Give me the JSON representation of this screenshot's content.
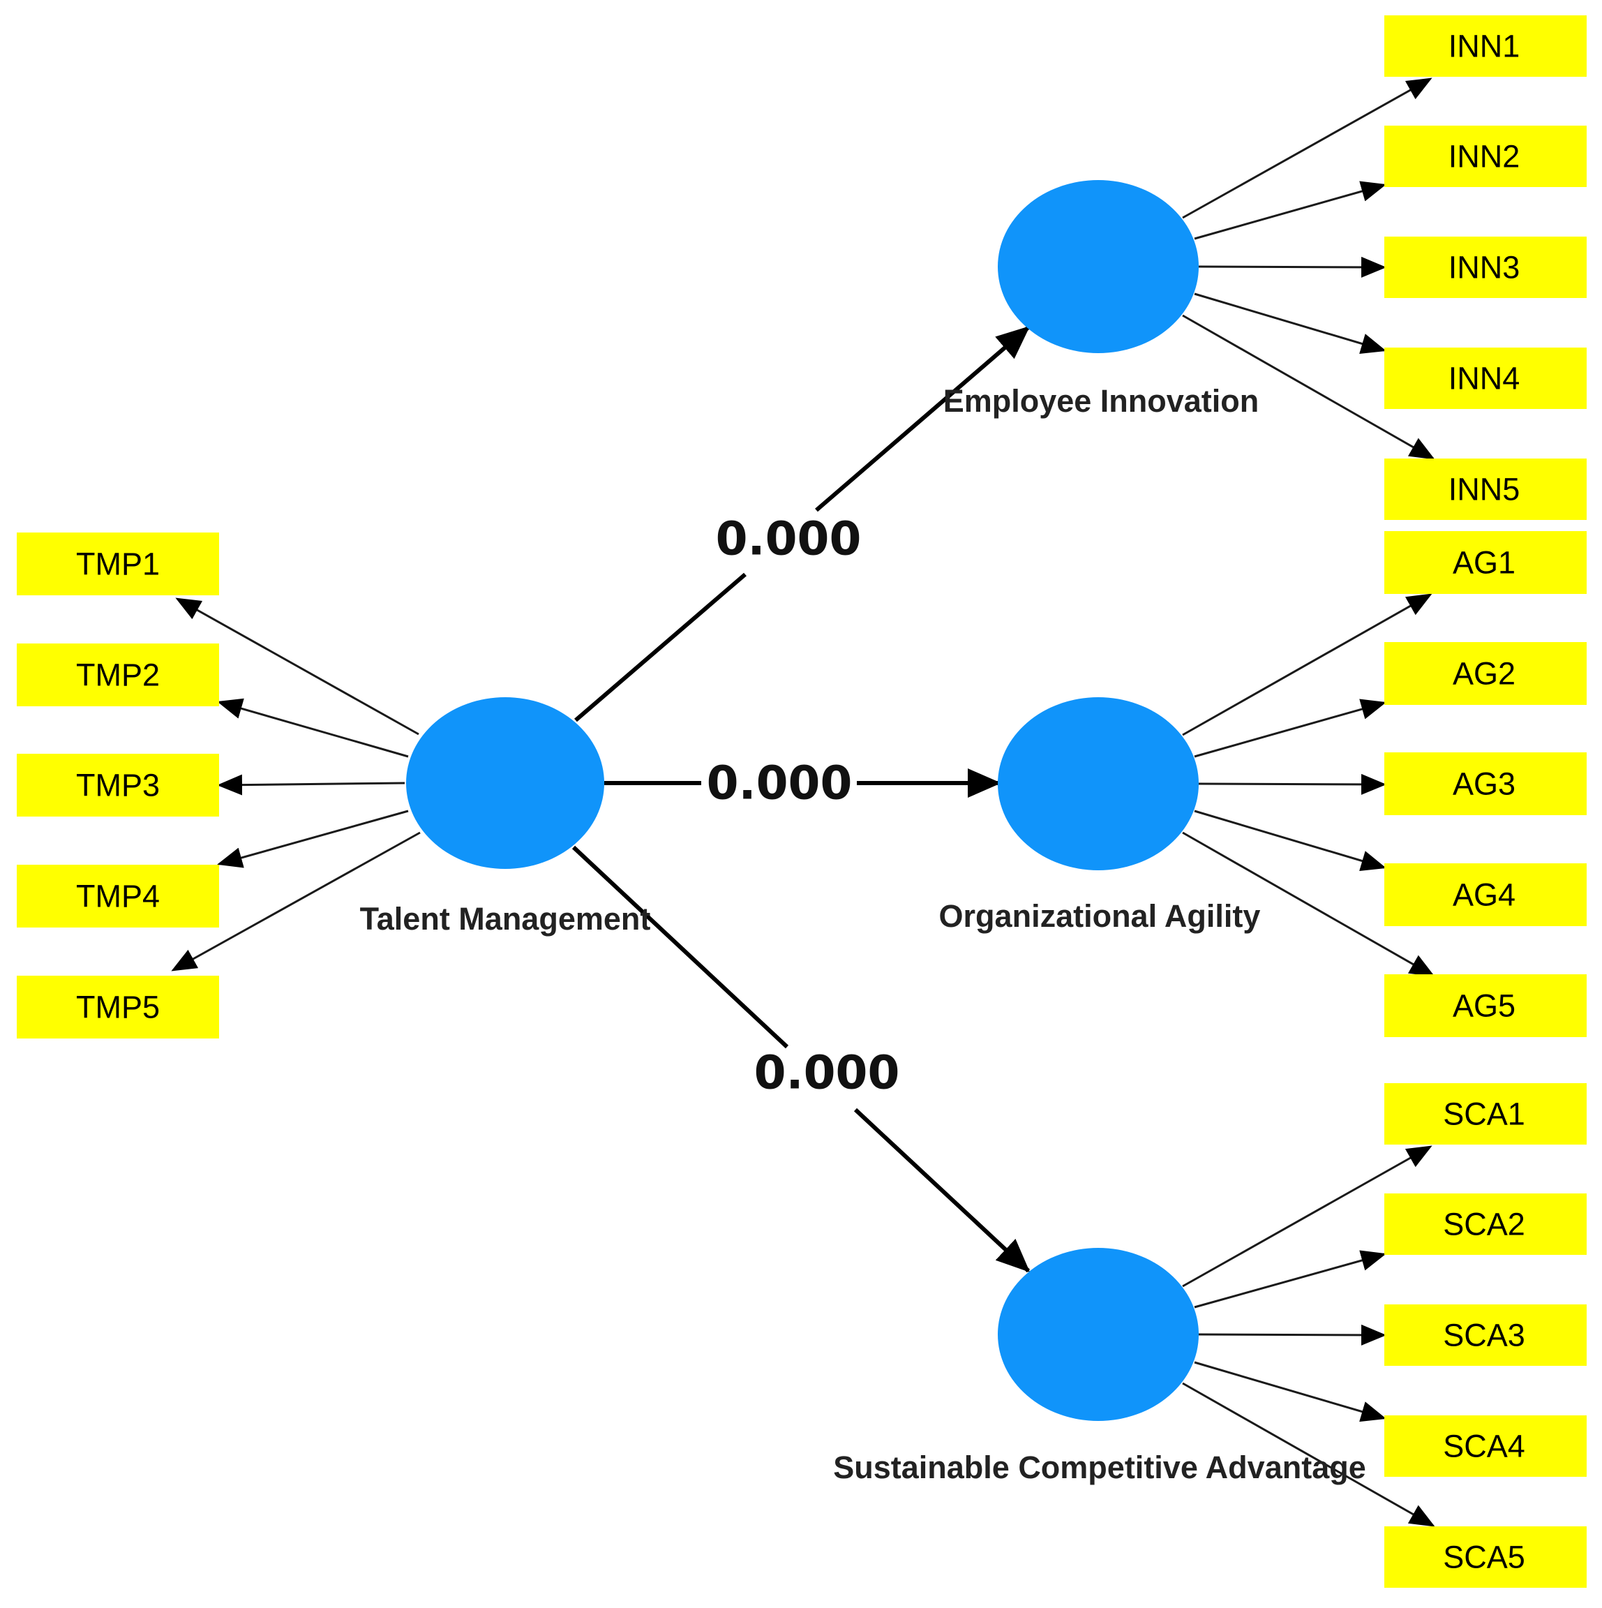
{
  "diagram": {
    "colors": {
      "construct": "#1094fa",
      "indicator": "#ffff00",
      "arrow": "#000000"
    },
    "constructs": {
      "talent_management": {
        "label": "Talent Management"
      },
      "employee_innovation": {
        "label": "Employee Innovation"
      },
      "organizational_agility": {
        "label": "Organizational Agility"
      },
      "sustainable_competitive_advantage": {
        "label": "Sustainable Competitive Advantage"
      }
    },
    "indicators": {
      "tmp": [
        "TMP1",
        "TMP2",
        "TMP3",
        "TMP4",
        "TMP5"
      ],
      "inn": [
        "INN1",
        "INN2",
        "INN3",
        "INN4",
        "INN5"
      ],
      "ag": [
        "AG1",
        "AG2",
        "AG3",
        "AG4",
        "AG5"
      ],
      "sca": [
        "SCA1",
        "SCA2",
        "SCA3",
        "SCA4",
        "SCA5"
      ]
    },
    "paths": {
      "tm_to_inn": "0.000",
      "tm_to_ag": "0.000",
      "tm_to_sca": "0.000"
    }
  }
}
